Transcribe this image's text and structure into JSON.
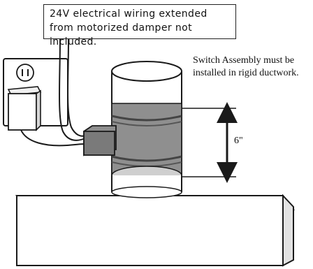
{
  "notes": {
    "wiring": "24V electrical wiring extended from motorized damper not included.",
    "install": "Switch Assembly must be installed in rigid ductwork."
  },
  "dimension": {
    "label": "6\""
  },
  "colors": {
    "line": "#1a1a1a",
    "band": "#8f8f8f",
    "band_dark": "#555555",
    "duct_shade": "#cfcfcf",
    "duct_end": "#e2e2e2"
  }
}
